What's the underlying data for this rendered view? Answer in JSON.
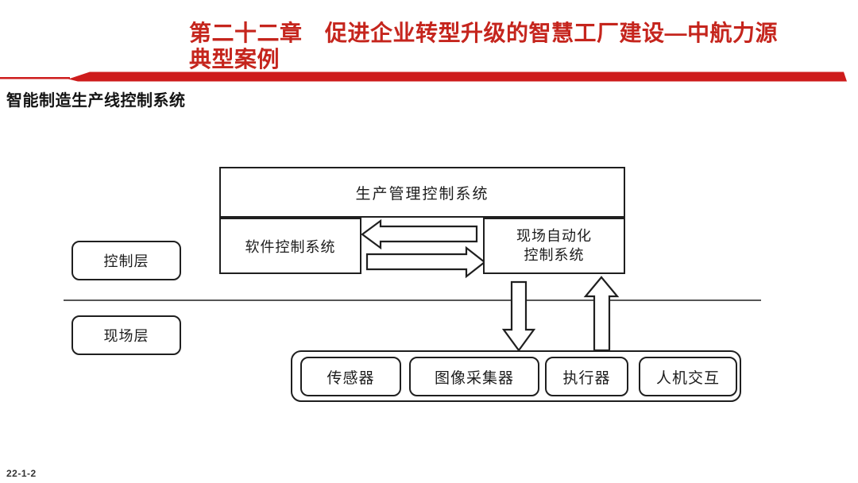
{
  "header": {
    "chapter_line1": "第二十二章　促进企业转型升级的智慧工厂建设—中航力源",
    "chapter_line2": "典型案例"
  },
  "subtitle": "智能制造生产线控制系统",
  "diagram": {
    "production_management": "生产管理控制系统",
    "software_control": "软件控制系统",
    "field_automation_line1": "现场自动化",
    "field_automation_line2": "控制系统",
    "control_layer": "控制层",
    "field_layer": "现场层",
    "devices": [
      "传感器",
      "图像采集器",
      "执行器",
      "人机交互"
    ]
  },
  "footer": {
    "page_number": "22-1-2"
  },
  "colors": {
    "title_red": "#c5251d",
    "accent_red": "#ce1c1c",
    "diagram_stroke": "#1f1f1f"
  }
}
